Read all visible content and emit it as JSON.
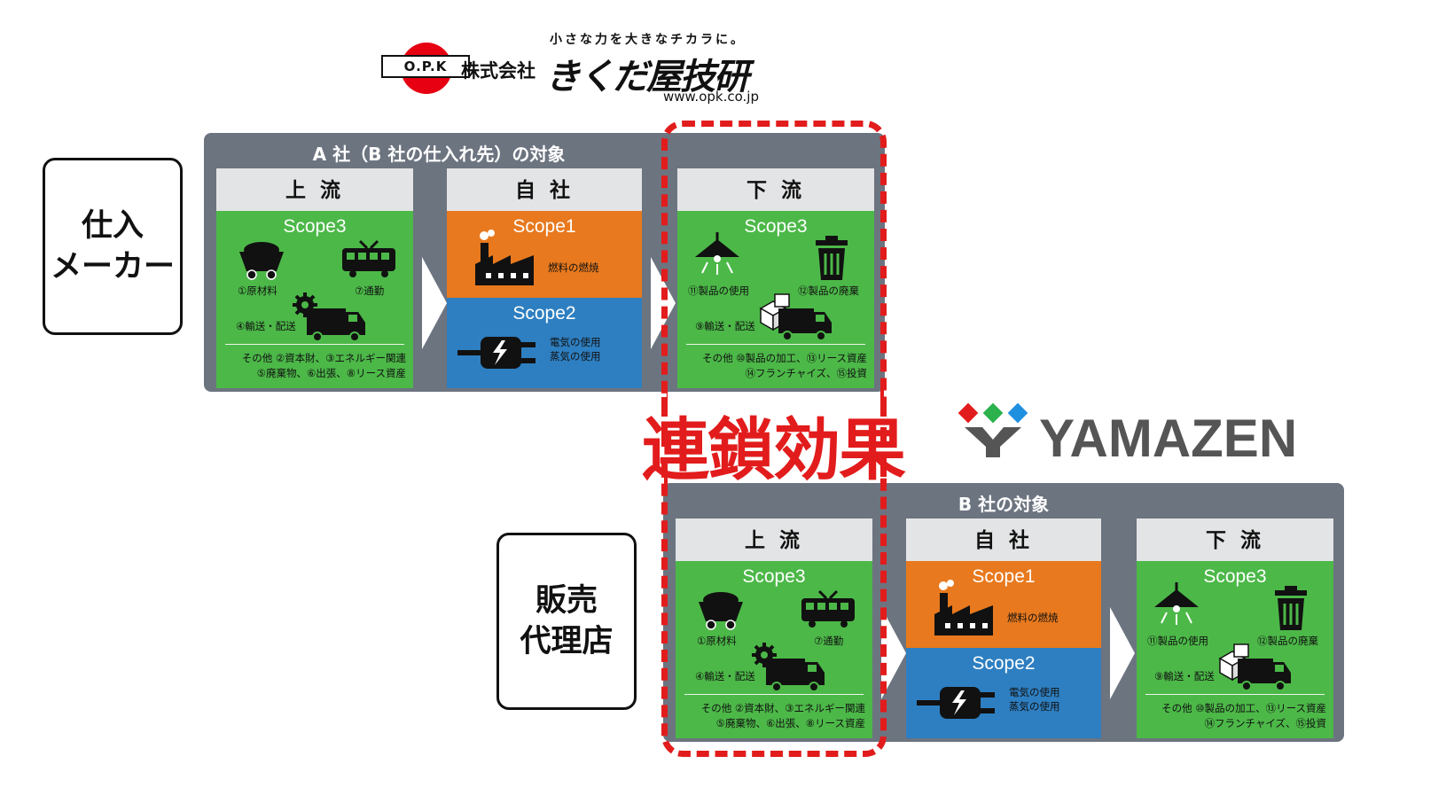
{
  "logo_opk": {
    "badge": "O.P.K",
    "kabushiki": "株式会社",
    "name": "きくだ屋技研",
    "tagline": "小さな力を大きなチカラに。",
    "url": "www.opk.co.jp"
  },
  "logo_yamazen": {
    "name": "YAMAZEN"
  },
  "chain_effect": "連鎖効果",
  "colors": {
    "green": "#4cb848",
    "orange": "#e8791e",
    "blue": "#2e7fc1",
    "panel": "#6c7480",
    "dash": "#e21c1c"
  },
  "top": {
    "side_label": "仕入\nメーカー",
    "title": "A 社（B 社の仕入れ先）の対象",
    "upstream": {
      "head": "上 流",
      "scope": "Scope3",
      "raw": "①原材料",
      "commute": "⑦通勤",
      "transport": "④輸送・配送",
      "other_lines": "その他 ②資本財、③エネルギー関連\n⑤廃棄物、⑥出張、⑧リース資産"
    },
    "self": {
      "head": "自 社",
      "scope1": "Scope1",
      "fuel": "燃料の燃焼",
      "scope2": "Scope2",
      "elec": "電気の使用",
      "steam": "蒸気の使用"
    },
    "downstream": {
      "head": "下 流",
      "scope": "Scope3",
      "use": "⑪製品の使用",
      "disposal": "⑫製品の廃棄",
      "transport": "⑨輸送・配送",
      "other_lines": "その他 ⑩製品の加工、⑬リース資産\n⑭フランチャイズ、⑮投資"
    }
  },
  "bottom": {
    "side_label": "販売\n代理店",
    "title": "B 社の対象",
    "upstream": {
      "head": "上 流",
      "scope": "Scope3",
      "raw": "①原材料",
      "commute": "⑦通勤",
      "transport": "④輸送・配送",
      "other_lines": "その他 ②資本財、③エネルギー関連\n⑤廃棄物、⑥出張、⑧リース資産"
    },
    "self": {
      "head": "自 社",
      "scope1": "Scope1",
      "fuel": "燃料の燃焼",
      "scope2": "Scope2",
      "elec": "電気の使用",
      "steam": "蒸気の使用"
    },
    "downstream": {
      "head": "下 流",
      "scope": "Scope3",
      "use": "⑪製品の使用",
      "disposal": "⑫製品の廃棄",
      "transport": "⑨輸送・配送",
      "other_lines": "その他 ⑩製品の加工、⑬リース資産\n⑭フランチャイズ、⑮投資"
    }
  }
}
